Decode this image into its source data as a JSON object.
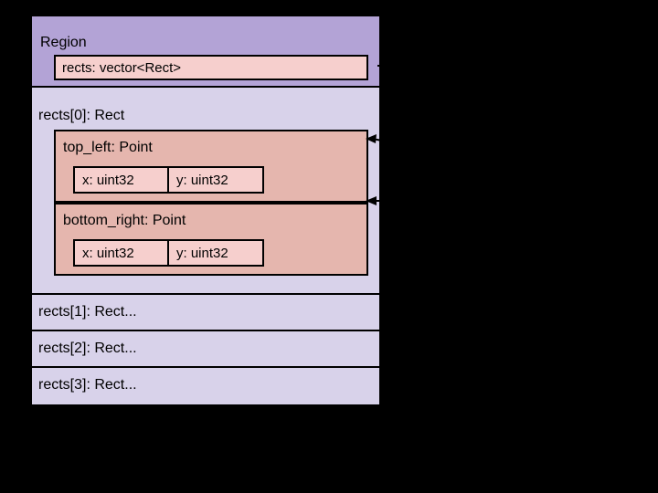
{
  "diagram": {
    "type": "memory-layout-object-diagram",
    "root": {
      "title": "Region",
      "fields": [
        {
          "label": "rects: vector<Rect>"
        }
      ]
    },
    "elements": [
      {
        "title": "rects[0]: Rect",
        "members": [
          {
            "title": "top_left: Point",
            "fields": [
              {
                "label": "x: uint32"
              },
              {
                "label": "y: uint32"
              }
            ]
          },
          {
            "title": "bottom_right: Point",
            "fields": [
              {
                "label": "x: uint32"
              },
              {
                "label": "y: uint32"
              }
            ]
          }
        ]
      },
      {
        "title": "rects[1]: Rect..."
      },
      {
        "title": "rects[2]: Rect..."
      },
      {
        "title": "rects[3]: Rect..."
      }
    ],
    "colors": {
      "background": "#000000",
      "header_fill": "#b3a3d6",
      "element_fill": "#d8d2ea",
      "field_fill": "#f6cfcd",
      "member_fill": "#e5b6ae",
      "stroke": "#000000",
      "text": "#000000"
    },
    "edges": [
      {
        "from": "rects: vector<Rect>",
        "to": "top_left: Point",
        "arrow": "single"
      },
      {
        "from": "rects: vector<Rect>",
        "to": "bottom_right: Point",
        "arrow": "single"
      }
    ]
  }
}
